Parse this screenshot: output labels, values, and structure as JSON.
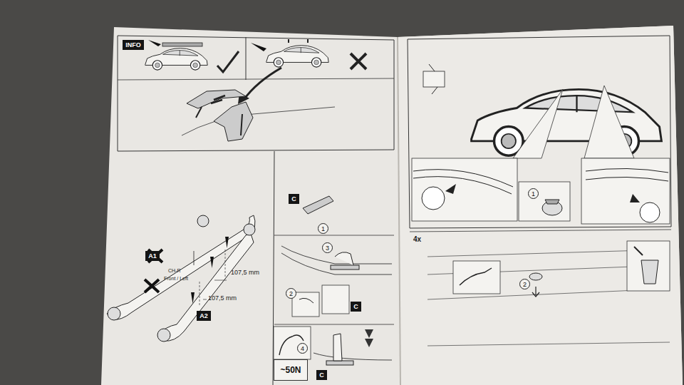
{
  "diagram": {
    "nodes": [
      {
        "text": [
          "INFO"
        ]
      },
      {
        "text": [
          "A1"
        ]
      },
      {
        "text": [
          "A2"
        ]
      },
      {
        "text": [
          "C"
        ]
      },
      {
        "text": [
          "1"
        ]
      },
      {
        "text": [
          "3"
        ]
      },
      {
        "text": [
          "2"
        ]
      },
      {
        "text": [
          "C"
        ]
      },
      {
        "text": [
          "4"
        ]
      },
      {
        "text": [
          "~50N"
        ]
      },
      {
        "text": [
          "C"
        ]
      },
      {
        "text": [
          "1"
        ]
      },
      {
        "text": [
          "2"
        ]
      }
    ],
    "labels": [
      "CH-R",
      "Front / Left",
      "107,5 mm",
      "107,5 mm",
      "4x"
    ]
  }
}
